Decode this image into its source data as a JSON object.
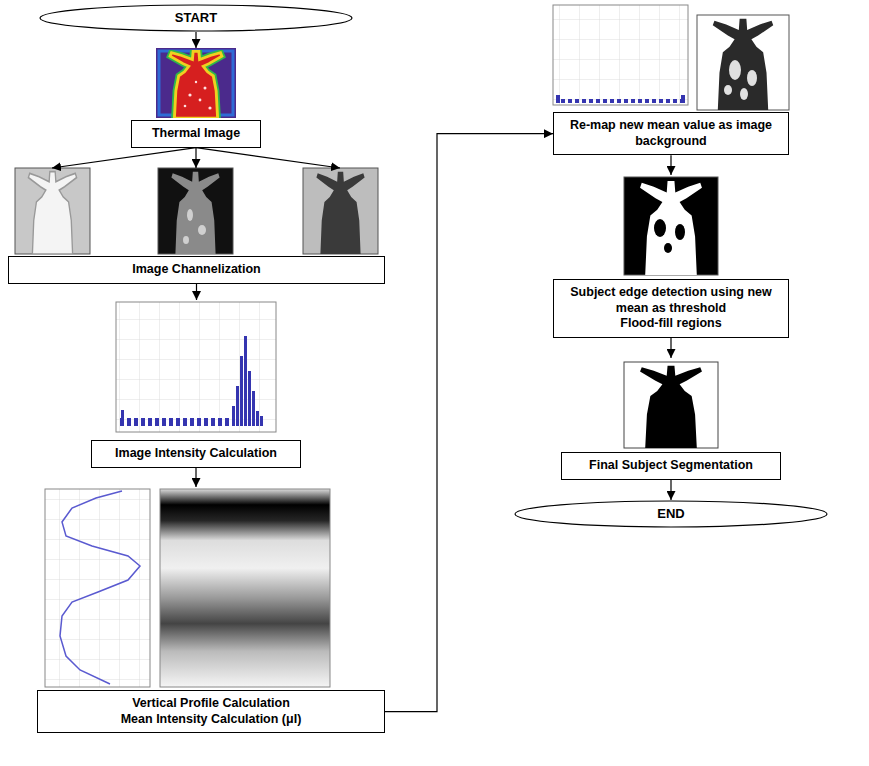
{
  "diagram": {
    "nodes": [
      {
        "text": [
          "START"
        ]
      },
      {
        "text": [
          "Thermal Image"
        ]
      },
      {
        "text": [
          "Image Channelization"
        ]
      },
      {
        "text": [
          "Image Intensity Calculation"
        ]
      },
      {
        "text": [
          "Vertical Profile Calculation",
          "Mean Intensity Calculation (μI)"
        ]
      },
      {
        "text": [
          "Re-map new mean value as image background"
        ]
      },
      {
        "text": [
          "Subject edge detection using new mean as threshold",
          "Flood-fill regions"
        ]
      },
      {
        "text": [
          "Final Subject Segmentation"
        ]
      },
      {
        "text": [
          "END"
        ]
      }
    ],
    "edges": [
      {
        "from": 0,
        "to": 1,
        "arrow": "to"
      },
      {
        "from": 1,
        "to": 2,
        "arrow": "to"
      },
      {
        "from": 2,
        "to": 3,
        "arrow": "to"
      },
      {
        "from": 3,
        "to": 4,
        "arrow": "to"
      },
      {
        "from": 4,
        "to": 5,
        "arrow": "to"
      },
      {
        "from": 5,
        "to": 6,
        "arrow": "to"
      },
      {
        "from": 6,
        "to": 7,
        "arrow": "to"
      },
      {
        "from": 7,
        "to": 8,
        "arrow": "to"
      }
    ]
  }
}
